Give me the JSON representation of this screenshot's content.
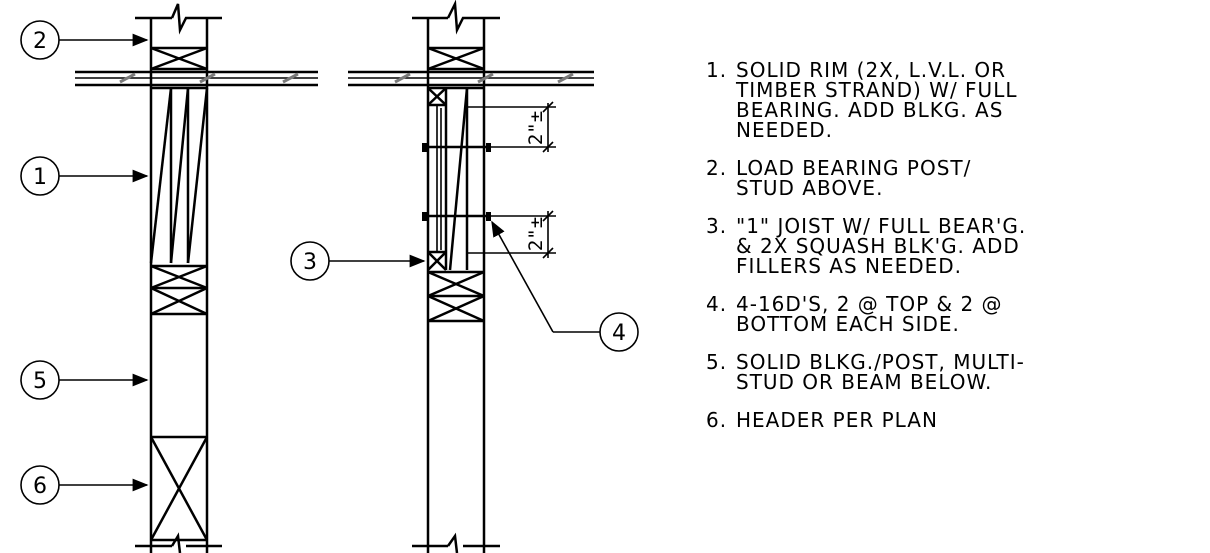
{
  "callouts": [
    "1",
    "2",
    "3",
    "4",
    "5",
    "6"
  ],
  "dimensions": {
    "upper": "2\"±",
    "lower": "2\"±"
  },
  "notes": [
    {
      "num": "1.",
      "text": "SOLID RIM (2X, L.V.L. OR\nTIMBER STRAND) W/ FULL\nBEARING. ADD BLKG. AS\nNEEDED."
    },
    {
      "num": "2.",
      "text": "LOAD BEARING POST/\nSTUD ABOVE."
    },
    {
      "num": "3.",
      "text": "\"1\" JOIST W/ FULL BEAR'G.\n& 2X SQUASH BLK'G. ADD\nFILLERS AS NEEDED."
    },
    {
      "num": "4.",
      "text": "4-16D'S, 2 @ TOP & 2 @\nBOTTOM EACH SIDE."
    },
    {
      "num": "5.",
      "text": "SOLID BLKG./POST, MULTI-\nSTUD OR BEAM BELOW."
    },
    {
      "num": "6.",
      "text": "HEADER PER PLAN"
    }
  ]
}
